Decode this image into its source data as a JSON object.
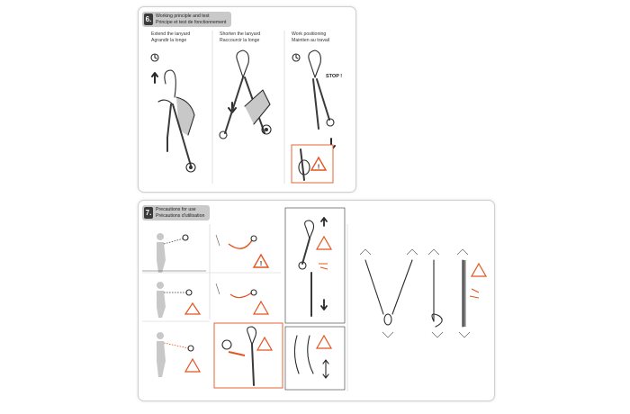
{
  "section6": {
    "number": "6.",
    "title_en": "Working principle and test",
    "title_fr": "Principe et test de fonctionnement",
    "columns": [
      {
        "en": "Extend the lanyard",
        "fr": "Agrandir la longe"
      },
      {
        "en": "Shorten the lanyard",
        "fr": "Raccourcir la longe"
      },
      {
        "en": "Work positioning",
        "fr": "Maintien au travail"
      }
    ],
    "stop_label": "STOP !"
  },
  "section7": {
    "number": "7.",
    "title_en": "Precautions for use",
    "title_fr": "Précautions d'utilisation"
  },
  "colors": {
    "accent": "#e4541f",
    "panel_border": "#cfcfcf",
    "header_bg": "#c9c9c9",
    "figure_gray": "#c8c8c8"
  },
  "icons": [
    "time-icon",
    "warning-icon",
    "danger-icon",
    "arrow-up-icon",
    "arrow-down-icon"
  ]
}
